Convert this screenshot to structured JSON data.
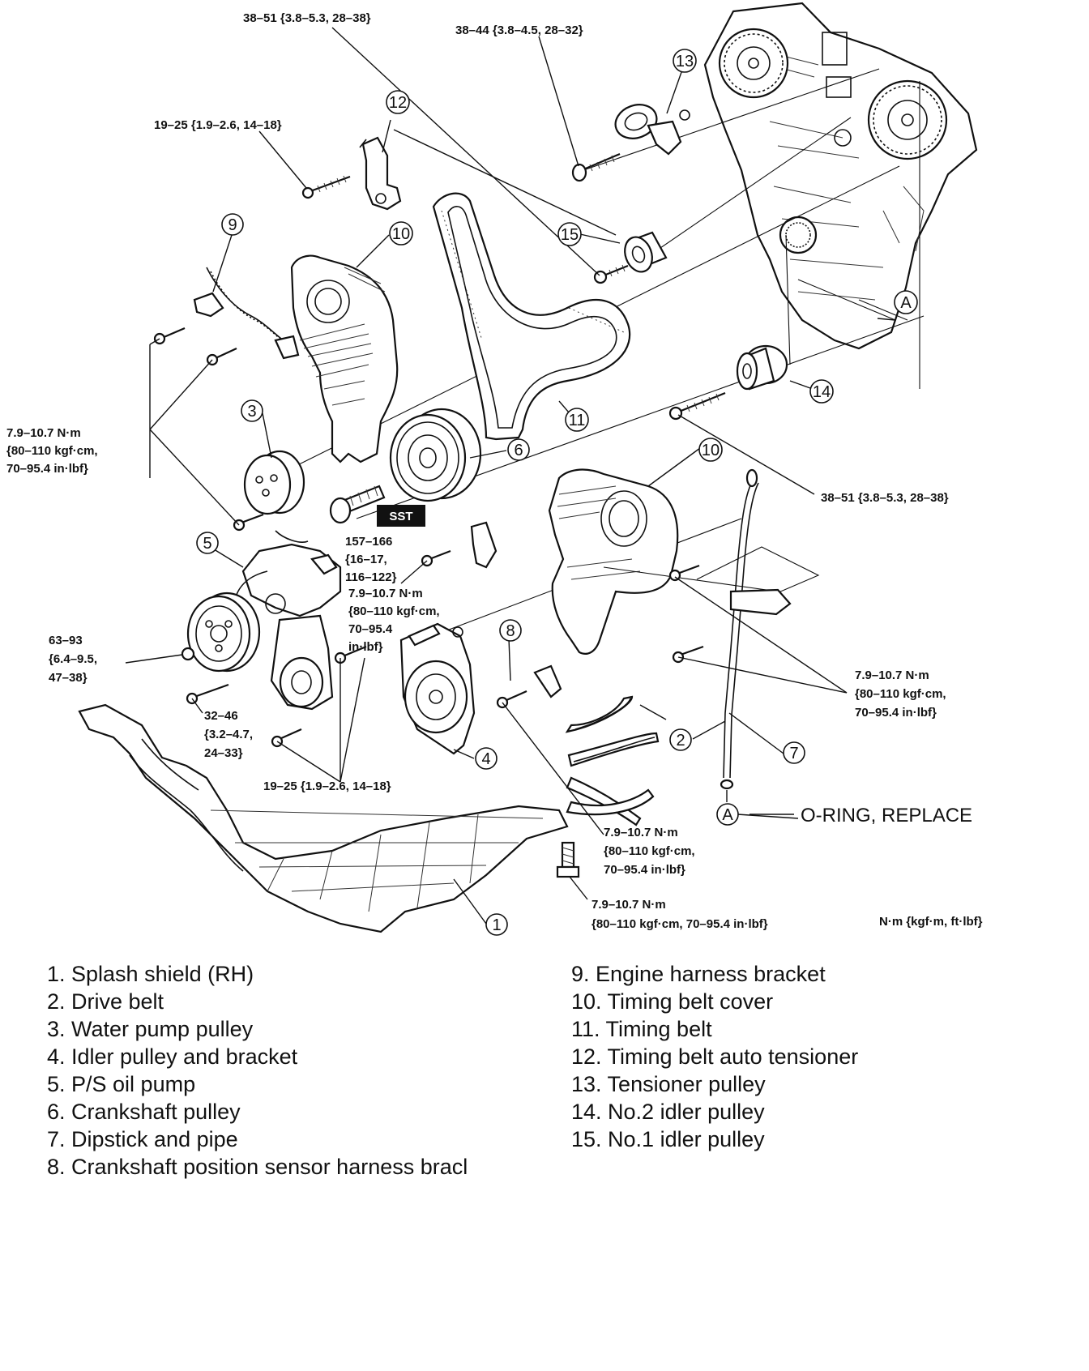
{
  "diagram": {
    "torque_specs": {
      "t_top_a": "38–51 {3.8–5.3, 28–38}",
      "t_top_b": "38–44 {3.8–4.5, 28–32}",
      "t_bracket": "19–25 {1.9–2.6, 14–18}",
      "t_cover_l1": "7.9–10.7 N·m",
      "t_cover_l2": "{80–110 kgf·cm,",
      "t_cover_l3": "70–95.4 in·lbf}",
      "t_right_idler": "38–51 {3.8–5.3, 28–38}",
      "t_crank_l1": "157–166",
      "t_crank_l2": "{16–17,",
      "t_crank_l3": "116–122}",
      "t_mid_l1": "7.9–10.7 N·m",
      "t_mid_l2": "{80–110 kgf·cm,",
      "t_mid_l3": "70–95.4",
      "t_mid_l4": "in·lbf}",
      "t_ps_l1": "63–93",
      "t_ps_l2": "{6.4–9.5,",
      "t_ps_l3": "47–38}",
      "t_idler_l1": "32–46",
      "t_idler_l2": "{3.2–4.7,",
      "t_idler_l3": "24–33}",
      "t_ps_bolts": "19–25 {1.9–2.6, 14–18}",
      "t_right_l1": "7.9–10.7 N·m",
      "t_right_l2": "{80–110 kgf·cm,",
      "t_right_l3": "70–95.4 in·lbf}",
      "t_lower_l1": "7.9–10.7 N·m",
      "t_lower_l2": "{80–110 kgf·cm,",
      "t_lower_l3": "70–95.4 in·lbf}",
      "t_shield_l1": "7.9–10.7 N·m",
      "t_shield_l2": "{80–110 kgf·cm, 70–95.4 in·lbf}",
      "t_units": "N·m {kgf·m, ft·lbf}"
    },
    "sst_label": "SST",
    "oring_label": "O-RING, REPLACE",
    "marker_a": "A",
    "callouts": {
      "c1": "1",
      "c2": "2",
      "c3": "3",
      "c4": "4",
      "c5": "5",
      "c6": "6",
      "c7": "7",
      "c8": "8",
      "c9": "9",
      "c10a": "10",
      "c10b": "10",
      "c11": "11",
      "c12": "12",
      "c13": "13",
      "c14": "14",
      "c15": "15"
    }
  },
  "legend": {
    "left": [
      "1. Splash shield (RH)",
      "2. Drive belt",
      "3. Water pump pulley",
      "4. Idler pulley and bracket",
      "5. P/S oil pump",
      "6. Crankshaft pulley",
      "7. Dipstick and pipe",
      "8. Crankshaft position sensor harness bracl"
    ],
    "right": [
      "9. Engine harness bracket",
      "10. Timing belt cover",
      "11. Timing belt",
      "12. Timing belt auto tensioner",
      "13. Tensioner pulley",
      "14. No.2 idler pulley",
      "15. No.1 idler pulley"
    ]
  }
}
